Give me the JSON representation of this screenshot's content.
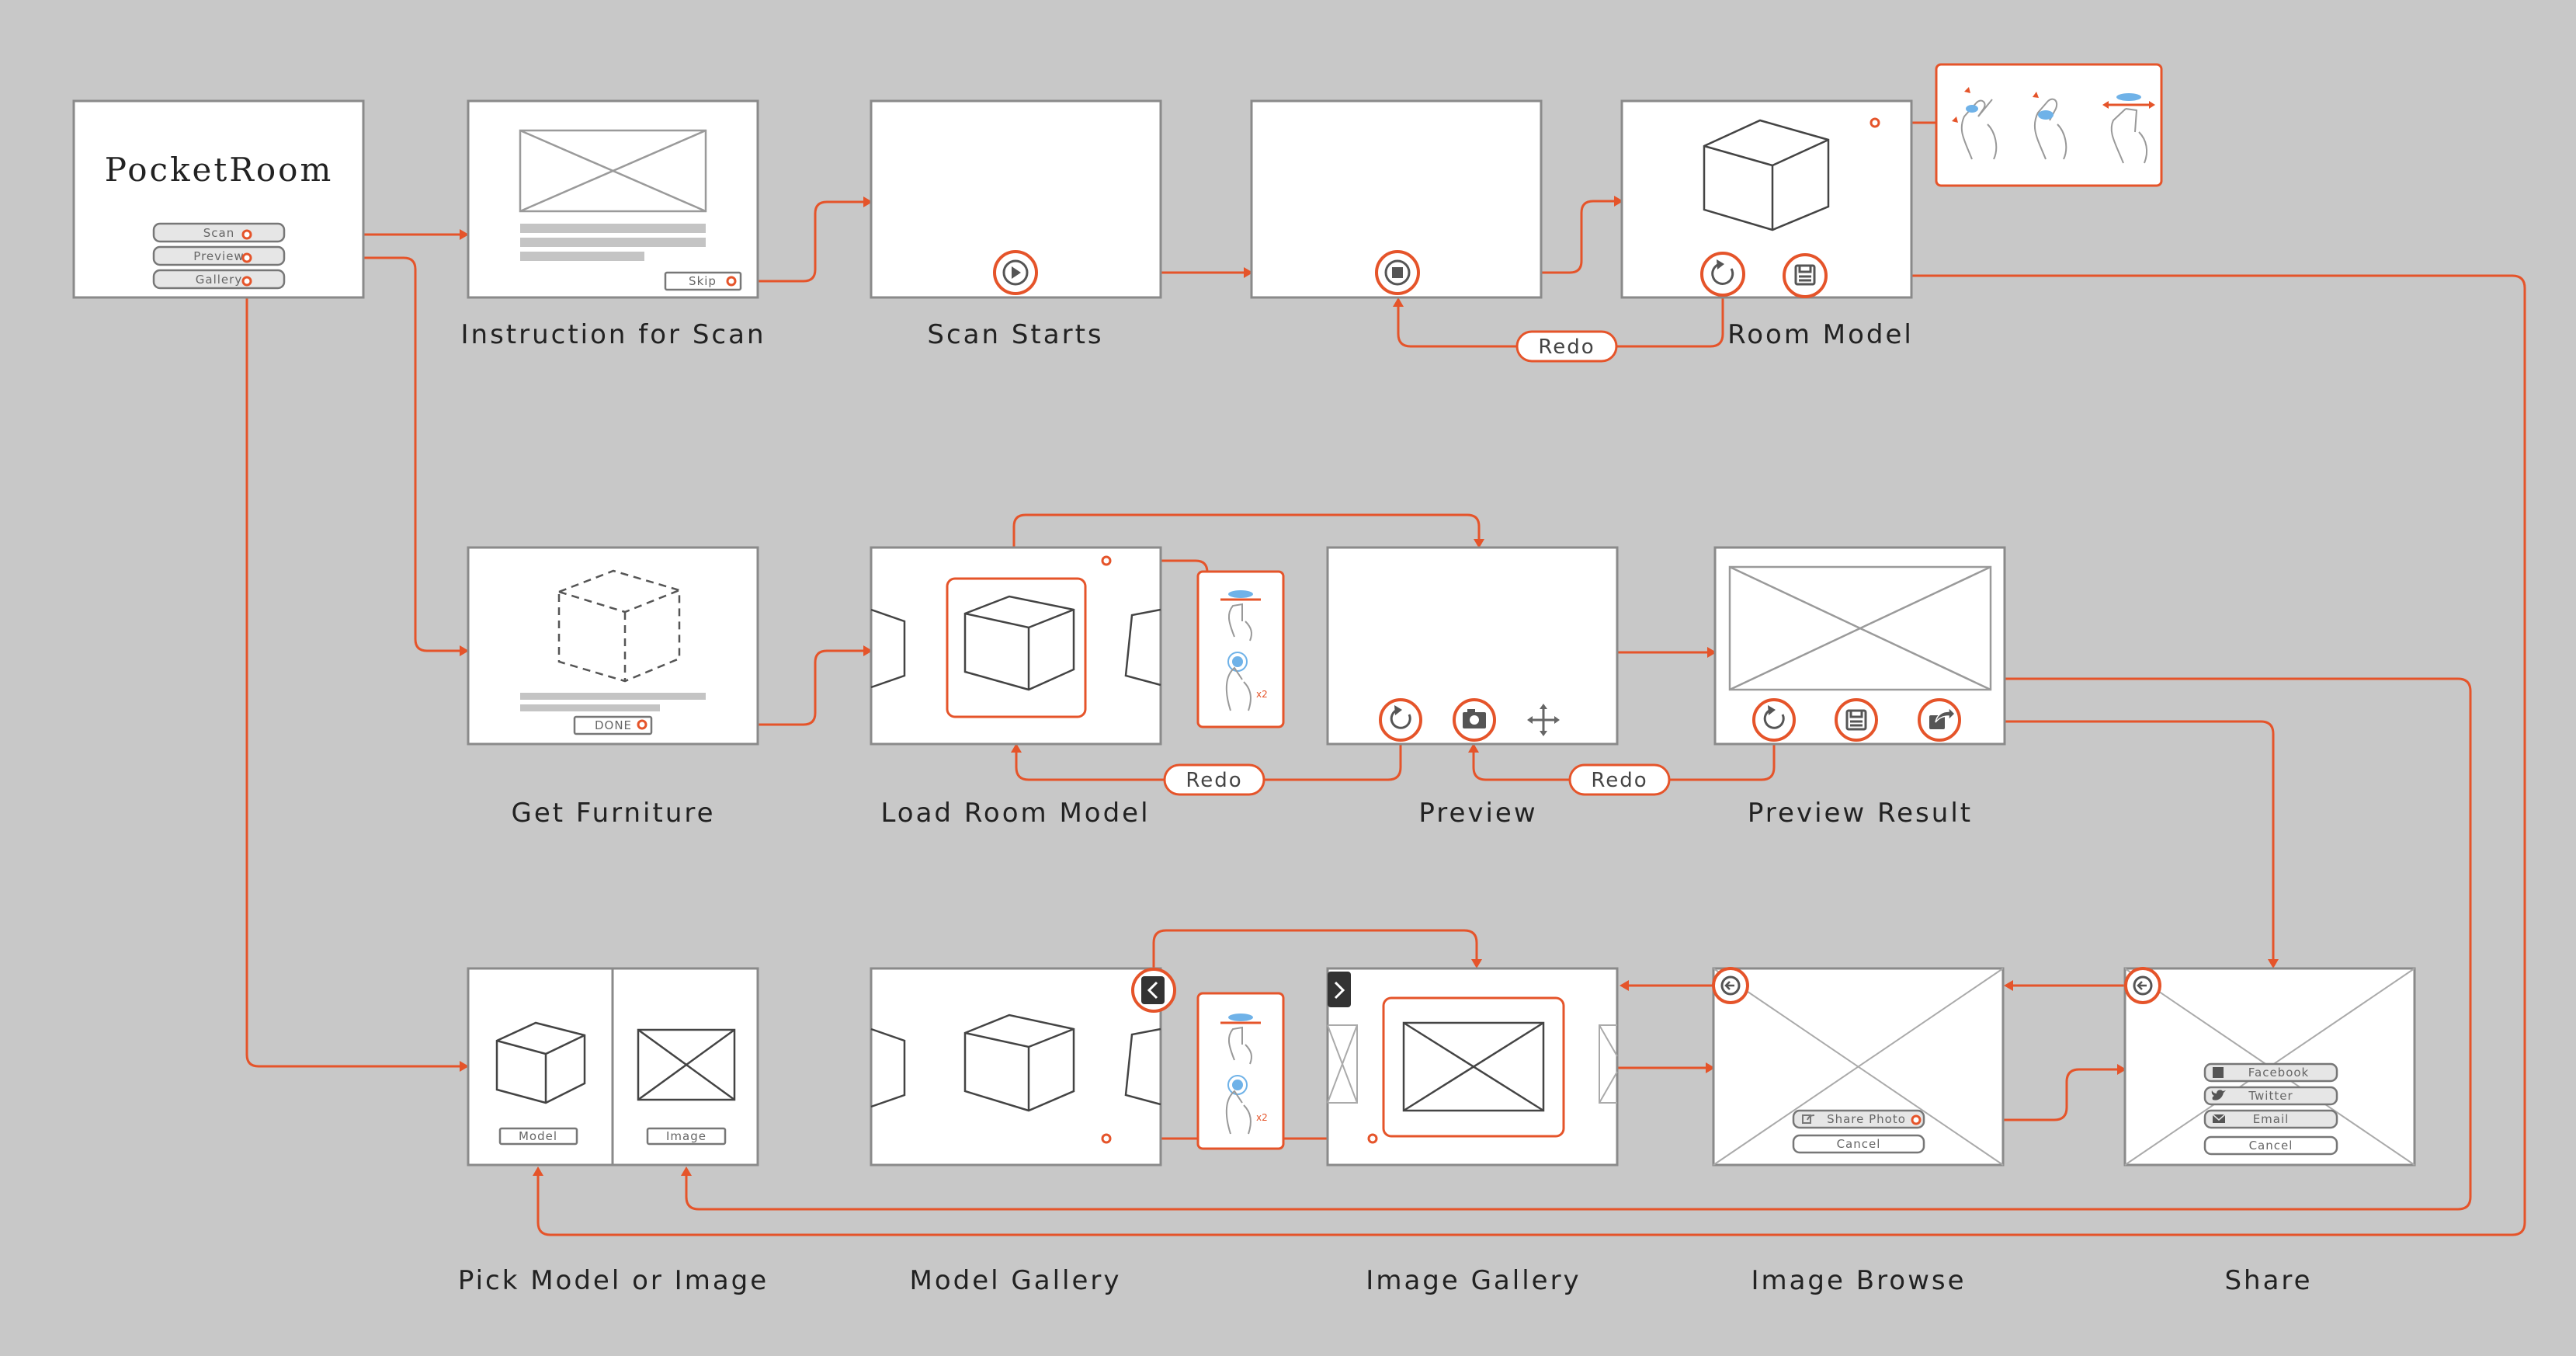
{
  "app": {
    "logo": "PocketRoom"
  },
  "home": {
    "scan": "Scan",
    "preview": "Preview",
    "gallery": "Gallery"
  },
  "instruction": {
    "skip": "Skip"
  },
  "furniture": {
    "done": "DONE"
  },
  "pick": {
    "model": "Model",
    "image": "Image"
  },
  "browse": {
    "share_photo": "Share Photo",
    "cancel": "Cancel"
  },
  "share": {
    "facebook": "Facebook",
    "twitter": "Twitter",
    "email": "Email",
    "cancel": "Cancel"
  },
  "redo_labels": {
    "room_model": "Redo",
    "load_room": "Redo",
    "preview": "Redo"
  },
  "gesture": {
    "double_tap": "x2"
  },
  "captions": {
    "instruction_for_scan": "Instruction for Scan",
    "scan_starts": "Scan Starts",
    "room_model": "Room Model",
    "get_furniture": "Get Furniture",
    "load_room_model": "Load Room Model",
    "preview": "Preview",
    "preview_result": "Preview Result",
    "pick_model_or_image": "Pick Model or Image",
    "model_gallery": "Model Gallery",
    "image_gallery": "Image Gallery",
    "image_browse": "Image Browse",
    "share": "Share"
  },
  "colors": {
    "accent": "#e5542a",
    "background": "#c8c8c8",
    "frame": "#ffffff",
    "gesture_blue": "#6fb2e8"
  }
}
